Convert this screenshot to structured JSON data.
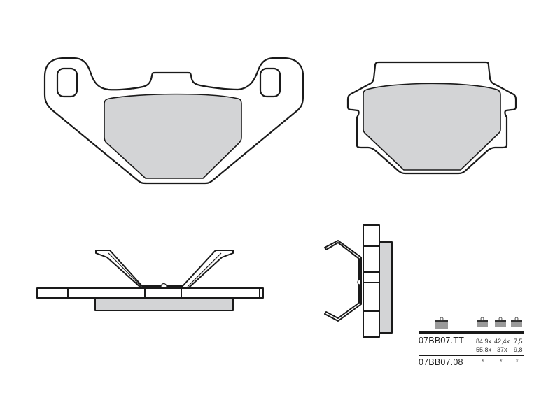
{
  "diagram": {
    "subject": "Brake pad technical drawing",
    "views": [
      {
        "name": "pad-front-left",
        "description": "Brake pad with two mounting ears, friction material in gray"
      },
      {
        "name": "pad-front-right",
        "description": "Second brake pad shape, friction material in gray"
      },
      {
        "name": "pad-side-view",
        "description": "Side view with spring clip"
      },
      {
        "name": "pad-end-view",
        "description": "End view with spring clip"
      }
    ],
    "colors": {
      "outline": "#1a1a1a",
      "friction": "#d3d4d6",
      "background": "#ffffff"
    }
  },
  "spec_table": {
    "rows": [
      {
        "code": "07BB07.TT",
        "values_line1": [
          "84,9x",
          "42,4x",
          "7,5"
        ],
        "values_line2": [
          "55,8x",
          "37x",
          "9,8"
        ]
      },
      {
        "code": "07BB07.08",
        "values": [
          "*",
          "*",
          "*"
        ]
      }
    ]
  }
}
